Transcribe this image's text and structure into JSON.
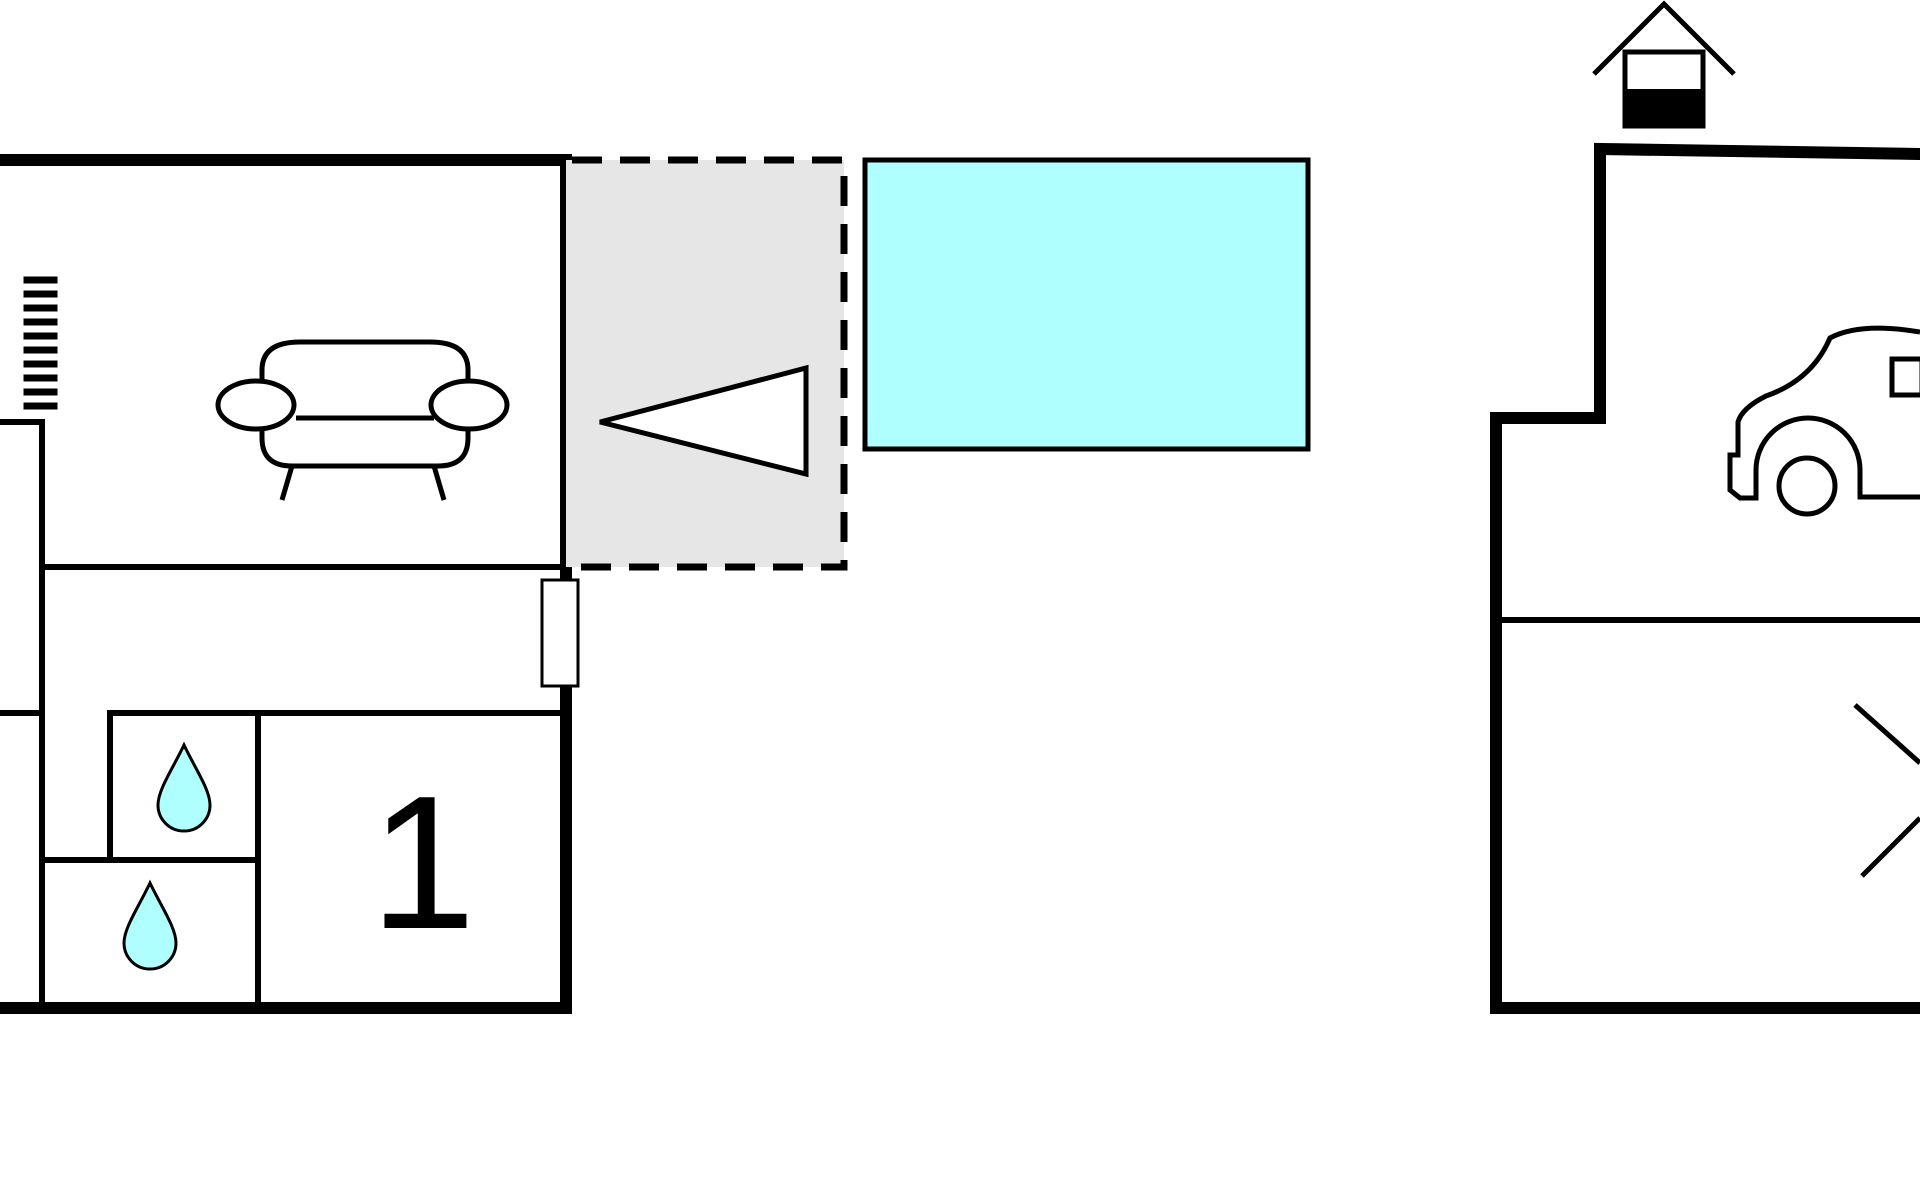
{
  "floor_plan": {
    "rooms": [
      {
        "name": "living-room",
        "icon": "sofa-icon"
      },
      {
        "name": "bedroom",
        "label": "1"
      },
      {
        "name": "bathroom-upper",
        "icon": "water-drop-icon"
      },
      {
        "name": "bathroom-lower",
        "icon": "water-drop-icon"
      },
      {
        "name": "terrace",
        "icon": "terrace-triangle-icon"
      },
      {
        "name": "pool"
      },
      {
        "name": "garage",
        "icon": "car-icon"
      },
      {
        "name": "storage"
      },
      {
        "name": "outbuilding",
        "icon": "house-icon"
      }
    ],
    "colors": {
      "wall": "#000000",
      "terrace_fill": "#e6e6e6",
      "water": "#b0ffff",
      "background": "#ffffff"
    }
  }
}
